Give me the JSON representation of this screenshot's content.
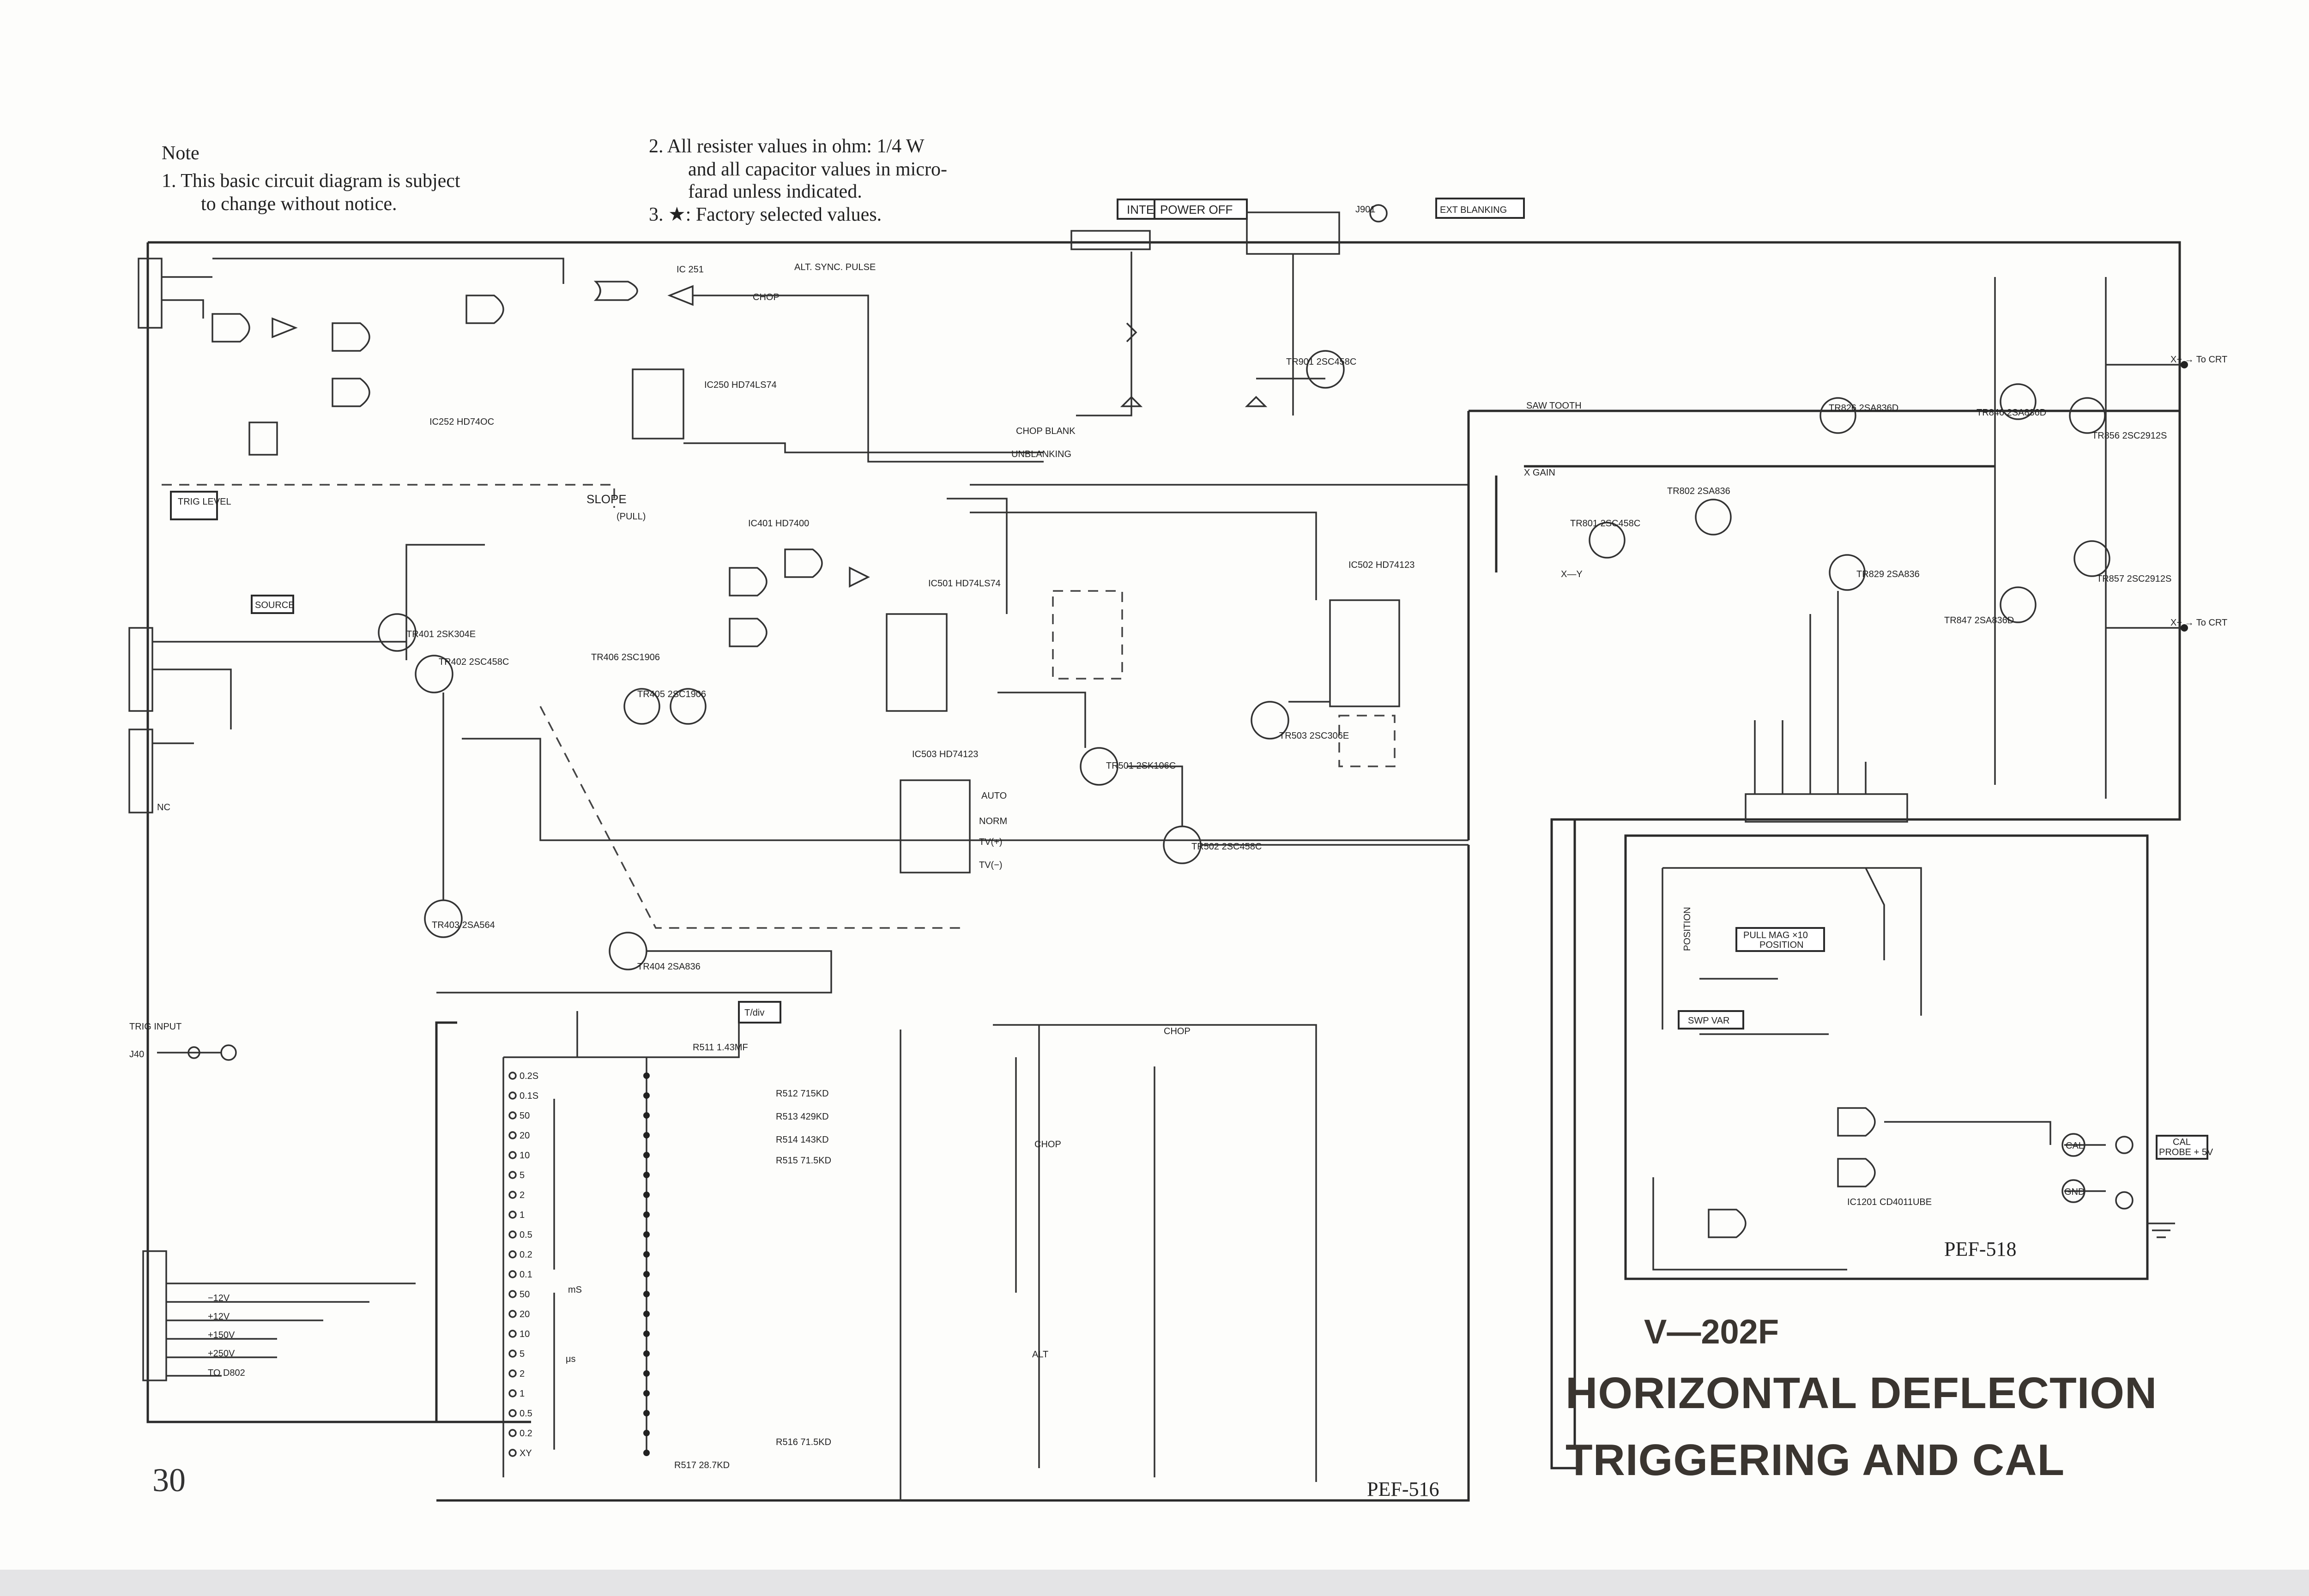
{
  "notes": {
    "heading": "Note",
    "n1_a": "1.  This basic circuit diagram is  subject",
    "n1_b": "to change without notice.",
    "n2_a": "2.  All resister values in ohm: 1/4 W",
    "n2_b": "and all capacitor values in micro-",
    "n2_c": "farad unless indicated.",
    "n3": "3.  ★: Factory selected values."
  },
  "title": {
    "model": "V—202F",
    "line1": "HORIZONTAL  DEFLECTION",
    "line2": "TRIGGERING  AND  CAL"
  },
  "page_number": "30",
  "boards": {
    "main": "PEF-516",
    "cal": "PEF-518"
  },
  "top_controls": {
    "intensity": "INTENSITY",
    "power_off": "POWER OFF",
    "ext_blanking": "EXT BLANKING",
    "jack": "J901"
  },
  "signals": {
    "alt_sync": "ALT. SYNC. PULSE",
    "chop_top": "CHOP",
    "chop_blank": "CHOP BLANK",
    "unblanking": "UNBLANKING",
    "saw_tooth": "SAW TOOTH",
    "xgain": "X GAIN",
    "xy": "X—Y",
    "slope": "SLOPE",
    "slope_pull": "(PULL)",
    "source": "SOURCE",
    "trig_level": "TRIG LEVEL",
    "trig_input": "TRIG INPUT",
    "trig_jack": "J40",
    "tdiv": "T/div",
    "chop_sw": "CHOP",
    "alt": "ALT",
    "auto": "AUTO",
    "norm": "NORM",
    "tv_plus": "TV(+)",
    "tv_minus": "TV(−)",
    "to_d802": "TO D802",
    "nc": "NC",
    "position": "POSITION",
    "pull_mag": "PULL MAG ×10",
    "pull_mag2": "POSITION",
    "swp_var": "SWP VAR",
    "cal": "CAL",
    "gnd": "GND",
    "cal_probe": "CAL",
    "cal_probe2": "PROBE + 5V",
    "crt1": "X+ → To CRT",
    "crt2": "X+ → To CRT"
  },
  "ics": {
    "ic251": "IC 251",
    "ic252": "IC252 HD74OC",
    "ic250": "IC250 HD74LS74",
    "ic401": "IC401 HD7400",
    "ic501": "IC501 HD74LS74",
    "ic502": "IC502 HD74123",
    "ic503": "IC503 HD74123",
    "ic1201": "IC1201 CD4011UBE"
  },
  "transistors": {
    "tr401": "TR401 2SK304E",
    "tr402": "TR402 2SC458C",
    "tr403": "TR403 2SA564",
    "tr404": "TR404 2SA836",
    "tr405": "TR405 2SC1906",
    "tr406": "TR406 2SC1906",
    "tr501": "TR501 2SK106C",
    "tr502": "TR502 2SC458C",
    "tr503": "TR503 2SC306E",
    "tr801": "TR801 2SC458C",
    "tr802": "TR802 2SA836",
    "tr826": "TR826 2SA836D",
    "tr829": "TR829 2SA836",
    "tr846": "TR846 2SA836D",
    "tr847": "TR847 2SA836D",
    "tr856": "TR856 2SC2912S",
    "tr857": "TR857 2SC2912S",
    "tr901": "TR901 2SC458C"
  },
  "timebase": {
    "ranges": [
      "0.2S",
      "0.1S",
      "50",
      "20",
      "10",
      "5",
      "2",
      "1",
      "0.5",
      "0.2",
      "0.1",
      "50",
      "20",
      "10",
      "5",
      "2",
      "1",
      "0.5",
      "0.2",
      "XY"
    ],
    "ms": "mS",
    "us": "μs",
    "resistors": [
      "R511 1.43MF",
      "R512 715KD",
      "R513 429KD",
      "R514 143KD",
      "R515 71.5KD",
      "R516 71.5KD",
      "R517 28.7KD"
    ]
  },
  "power_labels": [
    "−12V",
    "+12V",
    "+150V",
    "+250V"
  ]
}
